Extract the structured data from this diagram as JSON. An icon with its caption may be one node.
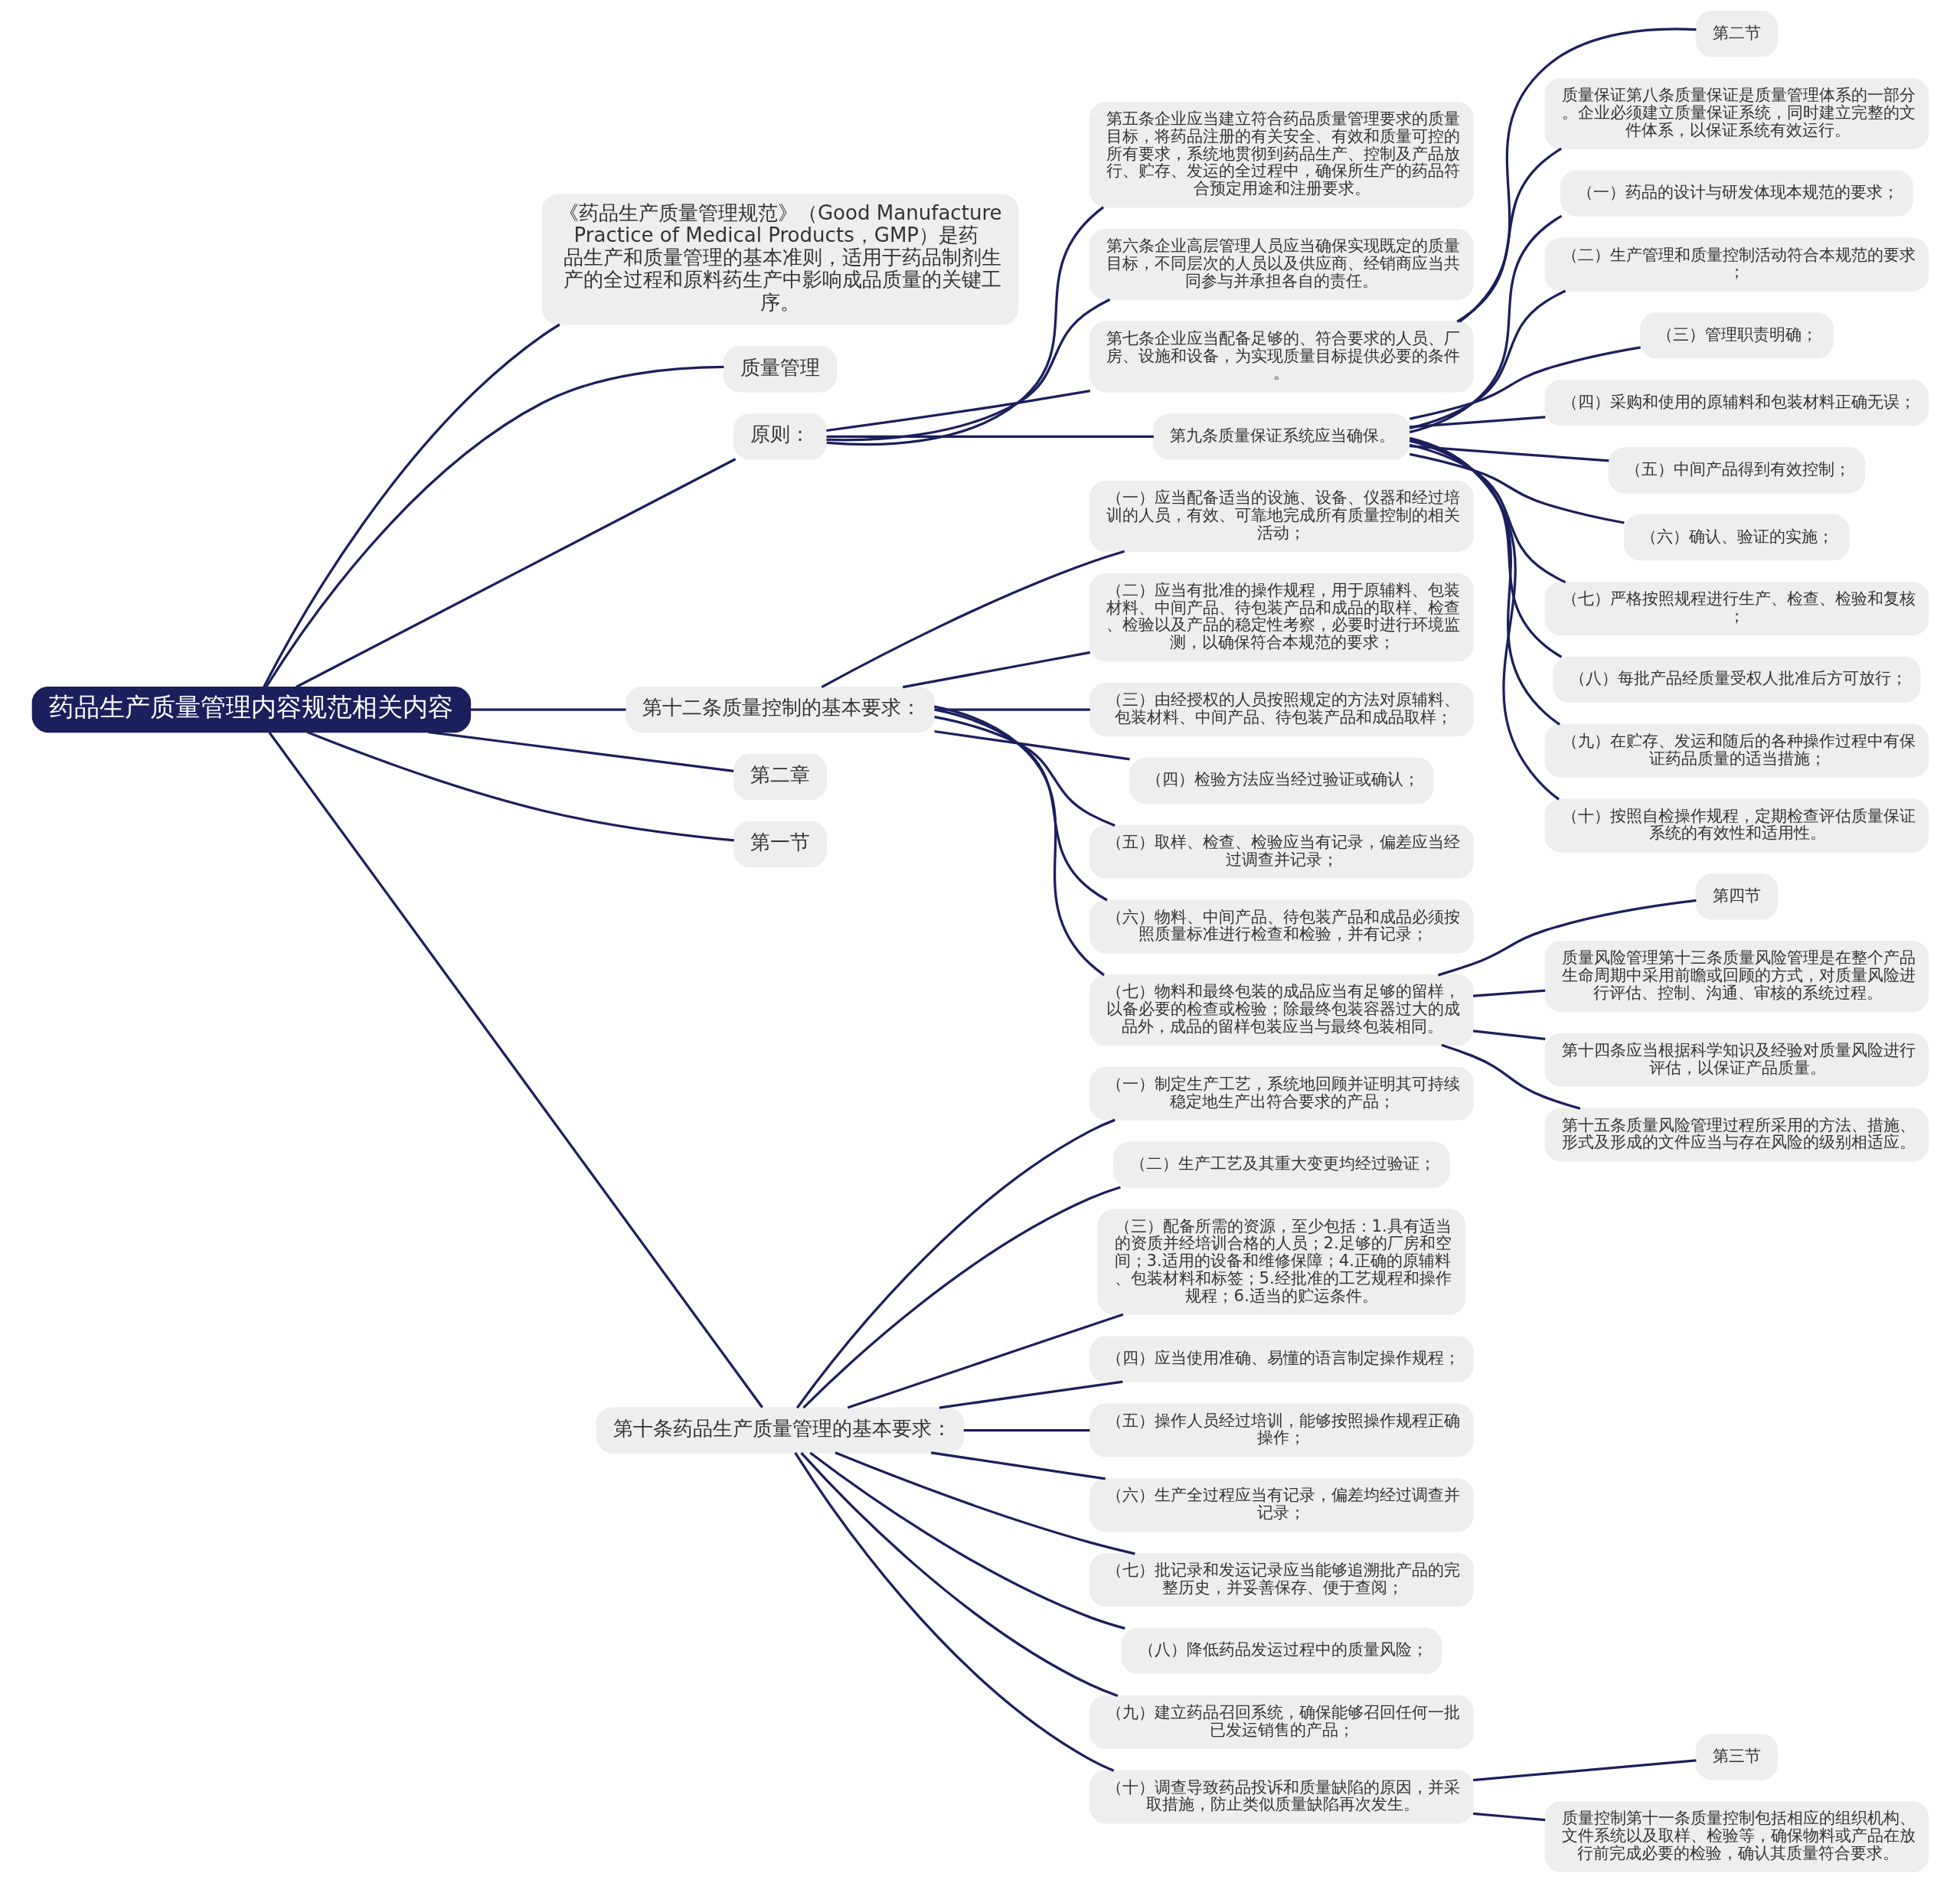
{
  "diagram": {
    "nodes": [
      {
        "text": [
          "药品生产质量管理内容规范相关内容"
        ]
      },
      {
        "text": [
          "《药品生产质量管理规范》（Good Manufacture Practice of Medical Products，GMP）是药品生产和质量管理的基本准则，适用于药品制剂生产的全过程和原料药生产中影响成品质量的关键工序。"
        ]
      },
      {
        "text": [
          "质量管理"
        ]
      },
      {
        "text": [
          "原则："
        ]
      },
      {
        "text": [
          "第五条企业应当建立符合药品质量管理要求的质量目标，将药品注册的有关安全、有效和质量可控的所有要求，系统地贯彻到药品生产、控制及产品放行、贮存、发运的全过程中，确保所生产的药品符合预定用途和注册要求。"
        ]
      },
      {
        "text": [
          "第六条企业高层管理人员应当确保实现既定的质量目标，不同层次的人员以及供应商、经销商应当共同参与并承担各自的责任。"
        ]
      },
      {
        "text": [
          "第七条企业应当配备足够的、符合要求的人员、厂房、设施和设备，为实现质量目标提供必要的条件。"
        ]
      },
      {
        "text": [
          "第二节"
        ]
      },
      {
        "text": [
          "质量保证第八条质量保证是质量管理体系的一部分。企业必须建立质量保证系统，同时建立完整的文件体系，以保证系统有效运行。"
        ]
      },
      {
        "text": [
          "第九条质量保证系统应当确保。"
        ]
      },
      {
        "text": [
          "（一）药品的设计与研发体现本规范的要求；"
        ]
      },
      {
        "text": [
          "（二）生产管理和质量控制活动符合本规范的要求；"
        ]
      },
      {
        "text": [
          "（三）管理职责明确；"
        ]
      },
      {
        "text": [
          "（四）采购和使用的原辅料和包装材料正确无误；"
        ]
      },
      {
        "text": [
          "（五）中间产品得到有效控制；"
        ]
      },
      {
        "text": [
          "（六）确认、验证的实施；"
        ]
      },
      {
        "text": [
          "（七）严格按照规程进行生产、检查、检验和复核；"
        ]
      },
      {
        "text": [
          "（八）每批产品经质量受权人批准后方可放行；"
        ]
      },
      {
        "text": [
          "（九）在贮存、发运和随后的各种操作过程中有保证药品质量的适当措施；"
        ]
      },
      {
        "text": [
          "（十）按照自检操作规程，定期检查评估质量保证系统的有效性和适用性。"
        ]
      },
      {
        "text": [
          "第十二条质量控制的基本要求："
        ]
      },
      {
        "text": [
          "（一）应当配备适当的设施、设备、仪器和经过培训的人员，有效、可靠地完成所有质量控制的相关活动；"
        ]
      },
      {
        "text": [
          "（二）应当有批准的操作规程，用于原辅料、包装材料、中间产品、待包装产品和成品的取样、检查、检验以及产品的稳定性考察，必要时进行环境监测，以确保符合本规范的要求；"
        ]
      },
      {
        "text": [
          "（三）由经授权的人员按照规定的方法对原辅料、包装材料、中间产品、待包装产品和成品取样；"
        ]
      },
      {
        "text": [
          "（四）检验方法应当经过验证或确认；"
        ]
      },
      {
        "text": [
          "（五）取样、检查、检验应当有记录，偏差应当经过调查并记录；"
        ]
      },
      {
        "text": [
          "（六）物料、中间产品、待包装产品和成品必须按照质量标准进行检查和检验，并有记录；"
        ]
      },
      {
        "text": [
          "（七）物料和最终包装的成品应当有足够的留样，以备必要的检查或检验；除最终包装容器过大的成品外，成品的留样包装应当与最终包装相同。"
        ]
      },
      {
        "text": [
          "第四节"
        ]
      },
      {
        "text": [
          "质量风险管理第十三条质量风险管理是在整个产品生命周期中采用前瞻或回顾的方式，对质量风险进行评估、控制、沟通、审核的系统过程。"
        ]
      },
      {
        "text": [
          "第十四条应当根据科学知识及经验对质量风险进行评估，以保证产品质量。"
        ]
      },
      {
        "text": [
          "第十五条质量风险管理过程所采用的方法、措施、形式及形成的文件应当与存在风险的级别相适应。"
        ]
      },
      {
        "text": [
          "第二章"
        ]
      },
      {
        "text": [
          "第一节"
        ]
      },
      {
        "text": [
          "第十条药品生产质量管理的基本要求："
        ]
      },
      {
        "text": [
          "（一）制定生产工艺，系统地回顾并证明其可持续稳定地生产出符合要求的产品；"
        ]
      },
      {
        "text": [
          "（二）生产工艺及其重大变更均经过验证；"
        ]
      },
      {
        "text": [
          "（三）配备所需的资源，至少包括：1.具有适当的资质并经培训合格的人员；2.足够的厂房和空间；3.适用的设备和维修保障；4.正确的原辅料、包装材料和标签；5.经批准的工艺规程和操作规程；6.适当的贮运条件。"
        ]
      },
      {
        "text": [
          "（四）应当使用准确、易懂的语言制定操作规程；"
        ]
      },
      {
        "text": [
          "（五）操作人员经过培训，能够按照操作规程正确操作；"
        ]
      },
      {
        "text": [
          "（六）生产全过程应当有记录，偏差均经过调查并记录；"
        ]
      },
      {
        "text": [
          "（七）批记录和发运记录应当能够追溯批产品的完整历史，并妥善保存、便于查阅；"
        ]
      },
      {
        "text": [
          "（八）降低药品发运过程中的质量风险；"
        ]
      },
      {
        "text": [
          "（九）建立药品召回系统，确保能够召回任何一批已发运销售的产品；"
        ]
      },
      {
        "text": [
          "（十）调查导致药品投诉和质量缺陷的原因，并采取措施，防止类似质量缺陷再次发生。"
        ]
      },
      {
        "text": [
          "第三节"
        ]
      },
      {
        "text": [
          "质量控制第十一条质量控制包括相应的组织机构、文件系统以及取样、检验等，确保物料或产品在放行前完成必要的检验，确认其质量符合要求。"
        ]
      }
    ],
    "edges": [
      {
        "from": 0,
        "to": 1,
        "arrow": "none"
      },
      {
        "from": 0,
        "to": 2,
        "arrow": "none"
      },
      {
        "from": 0,
        "to": 3,
        "arrow": "none"
      },
      {
        "from": 3,
        "to": 4,
        "arrow": "none"
      },
      {
        "from": 3,
        "to": 5,
        "arrow": "none"
      },
      {
        "from": 3,
        "to": 6,
        "arrow": "none"
      },
      {
        "from": 6,
        "to": 7,
        "arrow": "none"
      },
      {
        "from": 6,
        "to": 8,
        "arrow": "none"
      },
      {
        "from": 3,
        "to": 9,
        "arrow": "none"
      },
      {
        "from": 9,
        "to": 10,
        "arrow": "none"
      },
      {
        "from": 9,
        "to": 11,
        "arrow": "none"
      },
      {
        "from": 9,
        "to": 12,
        "arrow": "none"
      },
      {
        "from": 9,
        "to": 13,
        "arrow": "none"
      },
      {
        "from": 9,
        "to": 14,
        "arrow": "none"
      },
      {
        "from": 9,
        "to": 15,
        "arrow": "none"
      },
      {
        "from": 9,
        "to": 16,
        "arrow": "none"
      },
      {
        "from": 9,
        "to": 17,
        "arrow": "none"
      },
      {
        "from": 9,
        "to": 18,
        "arrow": "none"
      },
      {
        "from": 9,
        "to": 19,
        "arrow": "none"
      },
      {
        "from": 0,
        "to": 20,
        "arrow": "none"
      },
      {
        "from": 20,
        "to": 21,
        "arrow": "none"
      },
      {
        "from": 20,
        "to": 22,
        "arrow": "none"
      },
      {
        "from": 20,
        "to": 23,
        "arrow": "none"
      },
      {
        "from": 20,
        "to": 24,
        "arrow": "none"
      },
      {
        "from": 20,
        "to": 25,
        "arrow": "none"
      },
      {
        "from": 20,
        "to": 26,
        "arrow": "none"
      },
      {
        "from": 20,
        "to": 27,
        "arrow": "none"
      },
      {
        "from": 27,
        "to": 28,
        "arrow": "none"
      },
      {
        "from": 27,
        "to": 29,
        "arrow": "none"
      },
      {
        "from": 27,
        "to": 30,
        "arrow": "none"
      },
      {
        "from": 27,
        "to": 31,
        "arrow": "none"
      },
      {
        "from": 0,
        "to": 32,
        "arrow": "none"
      },
      {
        "from": 0,
        "to": 33,
        "arrow": "none"
      },
      {
        "from": 0,
        "to": 34,
        "arrow": "none"
      },
      {
        "from": 34,
        "to": 35,
        "arrow": "none"
      },
      {
        "from": 34,
        "to": 36,
        "arrow": "none"
      },
      {
        "from": 34,
        "to": 37,
        "arrow": "none"
      },
      {
        "from": 34,
        "to": 38,
        "arrow": "none"
      },
      {
        "from": 34,
        "to": 39,
        "arrow": "none"
      },
      {
        "from": 34,
        "to": 40,
        "arrow": "none"
      },
      {
        "from": 34,
        "to": 41,
        "arrow": "none"
      },
      {
        "from": 34,
        "to": 42,
        "arrow": "none"
      },
      {
        "from": 34,
        "to": 43,
        "arrow": "none"
      },
      {
        "from": 34,
        "to": 44,
        "arrow": "none"
      },
      {
        "from": 44,
        "to": 45,
        "arrow": "none"
      },
      {
        "from": 44,
        "to": 46,
        "arrow": "none"
      }
    ]
  }
}
